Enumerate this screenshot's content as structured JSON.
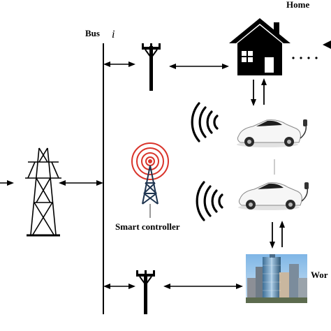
{
  "labels": {
    "home": "Home",
    "bus": "Bus",
    "bus_index": "i",
    "smart_controller": "Smart controller",
    "work": "Wor"
  },
  "icons": {
    "transmission_tower": "transmission-tower-icon",
    "utility_pole": "utility-pole-icon",
    "house": "house-icon",
    "wireless": "wireless-signal-icon",
    "ev": "electric-car-icon",
    "antenna": "radio-antenna-icon",
    "office": "office-building-icon"
  },
  "colors": {
    "line": "#000000",
    "antenna_waves": "#d9342b",
    "background": "#ffffff"
  }
}
